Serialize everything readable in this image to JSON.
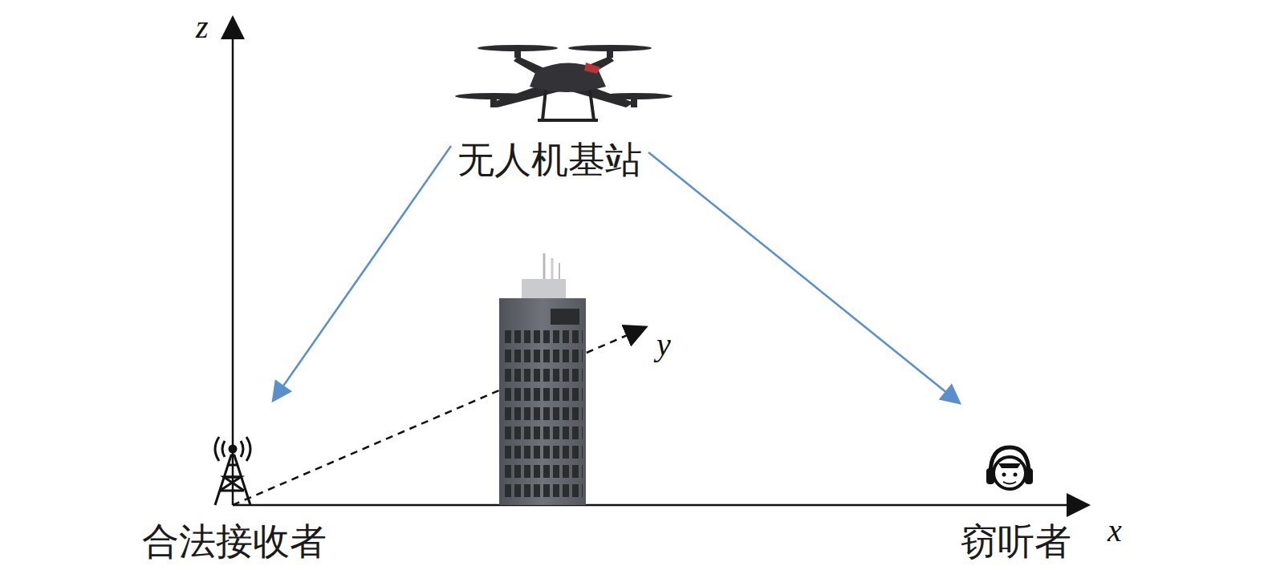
{
  "diagram": {
    "nodes": [
      {
        "text": [
          "无人机基站"
        ]
      },
      {
        "text": [
          "合法接收者"
        ]
      },
      {
        "text": [
          "窃听者"
        ]
      }
    ],
    "edges": [
      {
        "from": 0,
        "to": 1,
        "arrow": "to"
      },
      {
        "from": 0,
        "to": 2,
        "arrow": "to"
      }
    ],
    "labels": [
      "z",
      "y",
      "x"
    ]
  }
}
